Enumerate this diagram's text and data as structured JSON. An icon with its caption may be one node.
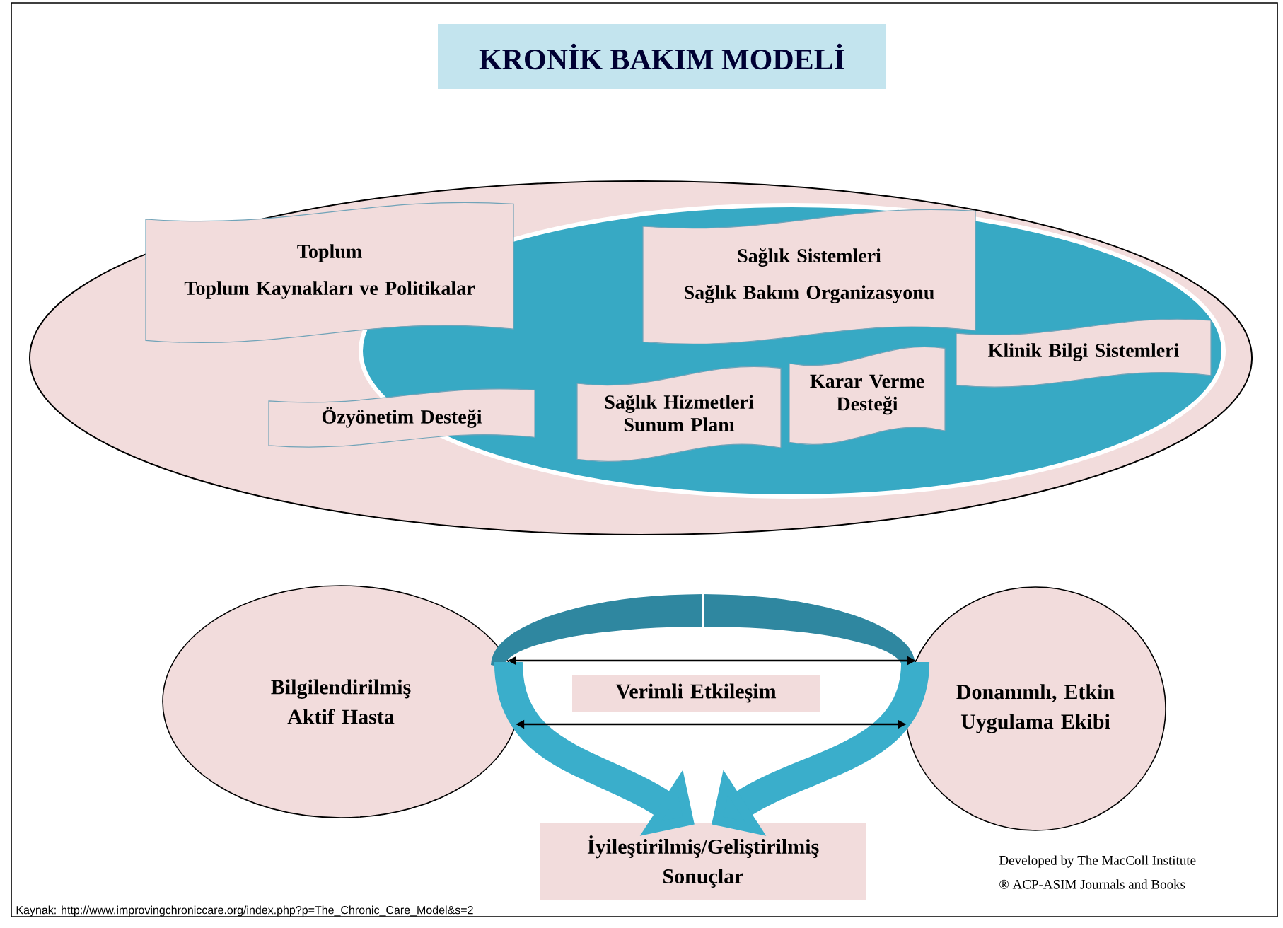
{
  "diagram": {
    "title": "KRONİK BAKIM MODELİ",
    "caption": "Kaynak: http://www.improvingchroniccare.org/index.php?p=The_Chronic_Care_Model&s=2",
    "nodes": [
      {
        "text": [],
        "shape": "ellipse"
      },
      {
        "text": [],
        "shape": "ellipse",
        "in": 0
      },
      {
        "text": [
          "Toplum",
          "Toplum Kaynakları ve Politikalar"
        ],
        "in": 0
      },
      {
        "text": [
          "Sağlık Sistemleri",
          "Sağlık Bakım Organizasyonu"
        ],
        "in": 1
      },
      {
        "text": [
          "Klinik Bilgi Sistemleri"
        ],
        "in": 1
      },
      {
        "text": [
          "Karar Verme Desteği"
        ],
        "in": 1
      },
      {
        "text": [
          "Sağlık Hizmetleri Sunum Planı"
        ],
        "in": 1
      },
      {
        "text": [
          "Özyönetim Desteği"
        ],
        "in": 0
      },
      {
        "text": [
          "Bilgilendirilmiş Aktif Hasta"
        ]
      },
      {
        "text": [
          "Verimli Etkileşim"
        ]
      },
      {
        "text": [
          "Donanımlı, Etkin Uygulama Ekibi"
        ]
      },
      {
        "text": [
          "İyileştirilmiş/Geliştirilmiş Sonuçlar"
        ]
      }
    ],
    "edges": [
      {
        "from": 8,
        "to": 10,
        "arrow": "both"
      },
      {
        "from": 8,
        "to": 10,
        "arrow": "both"
      },
      {
        "from": 8,
        "to": 11,
        "arrow": "to",
        "style": "thick",
        "color": "#3aaecb"
      },
      {
        "from": 10,
        "to": 11,
        "arrow": "to",
        "style": "thick",
        "color": "#3aaecb"
      }
    ],
    "labels": [
      "Developed by The MacColl Institute",
      "® ACP-ASIM Journals and Books"
    ]
  }
}
